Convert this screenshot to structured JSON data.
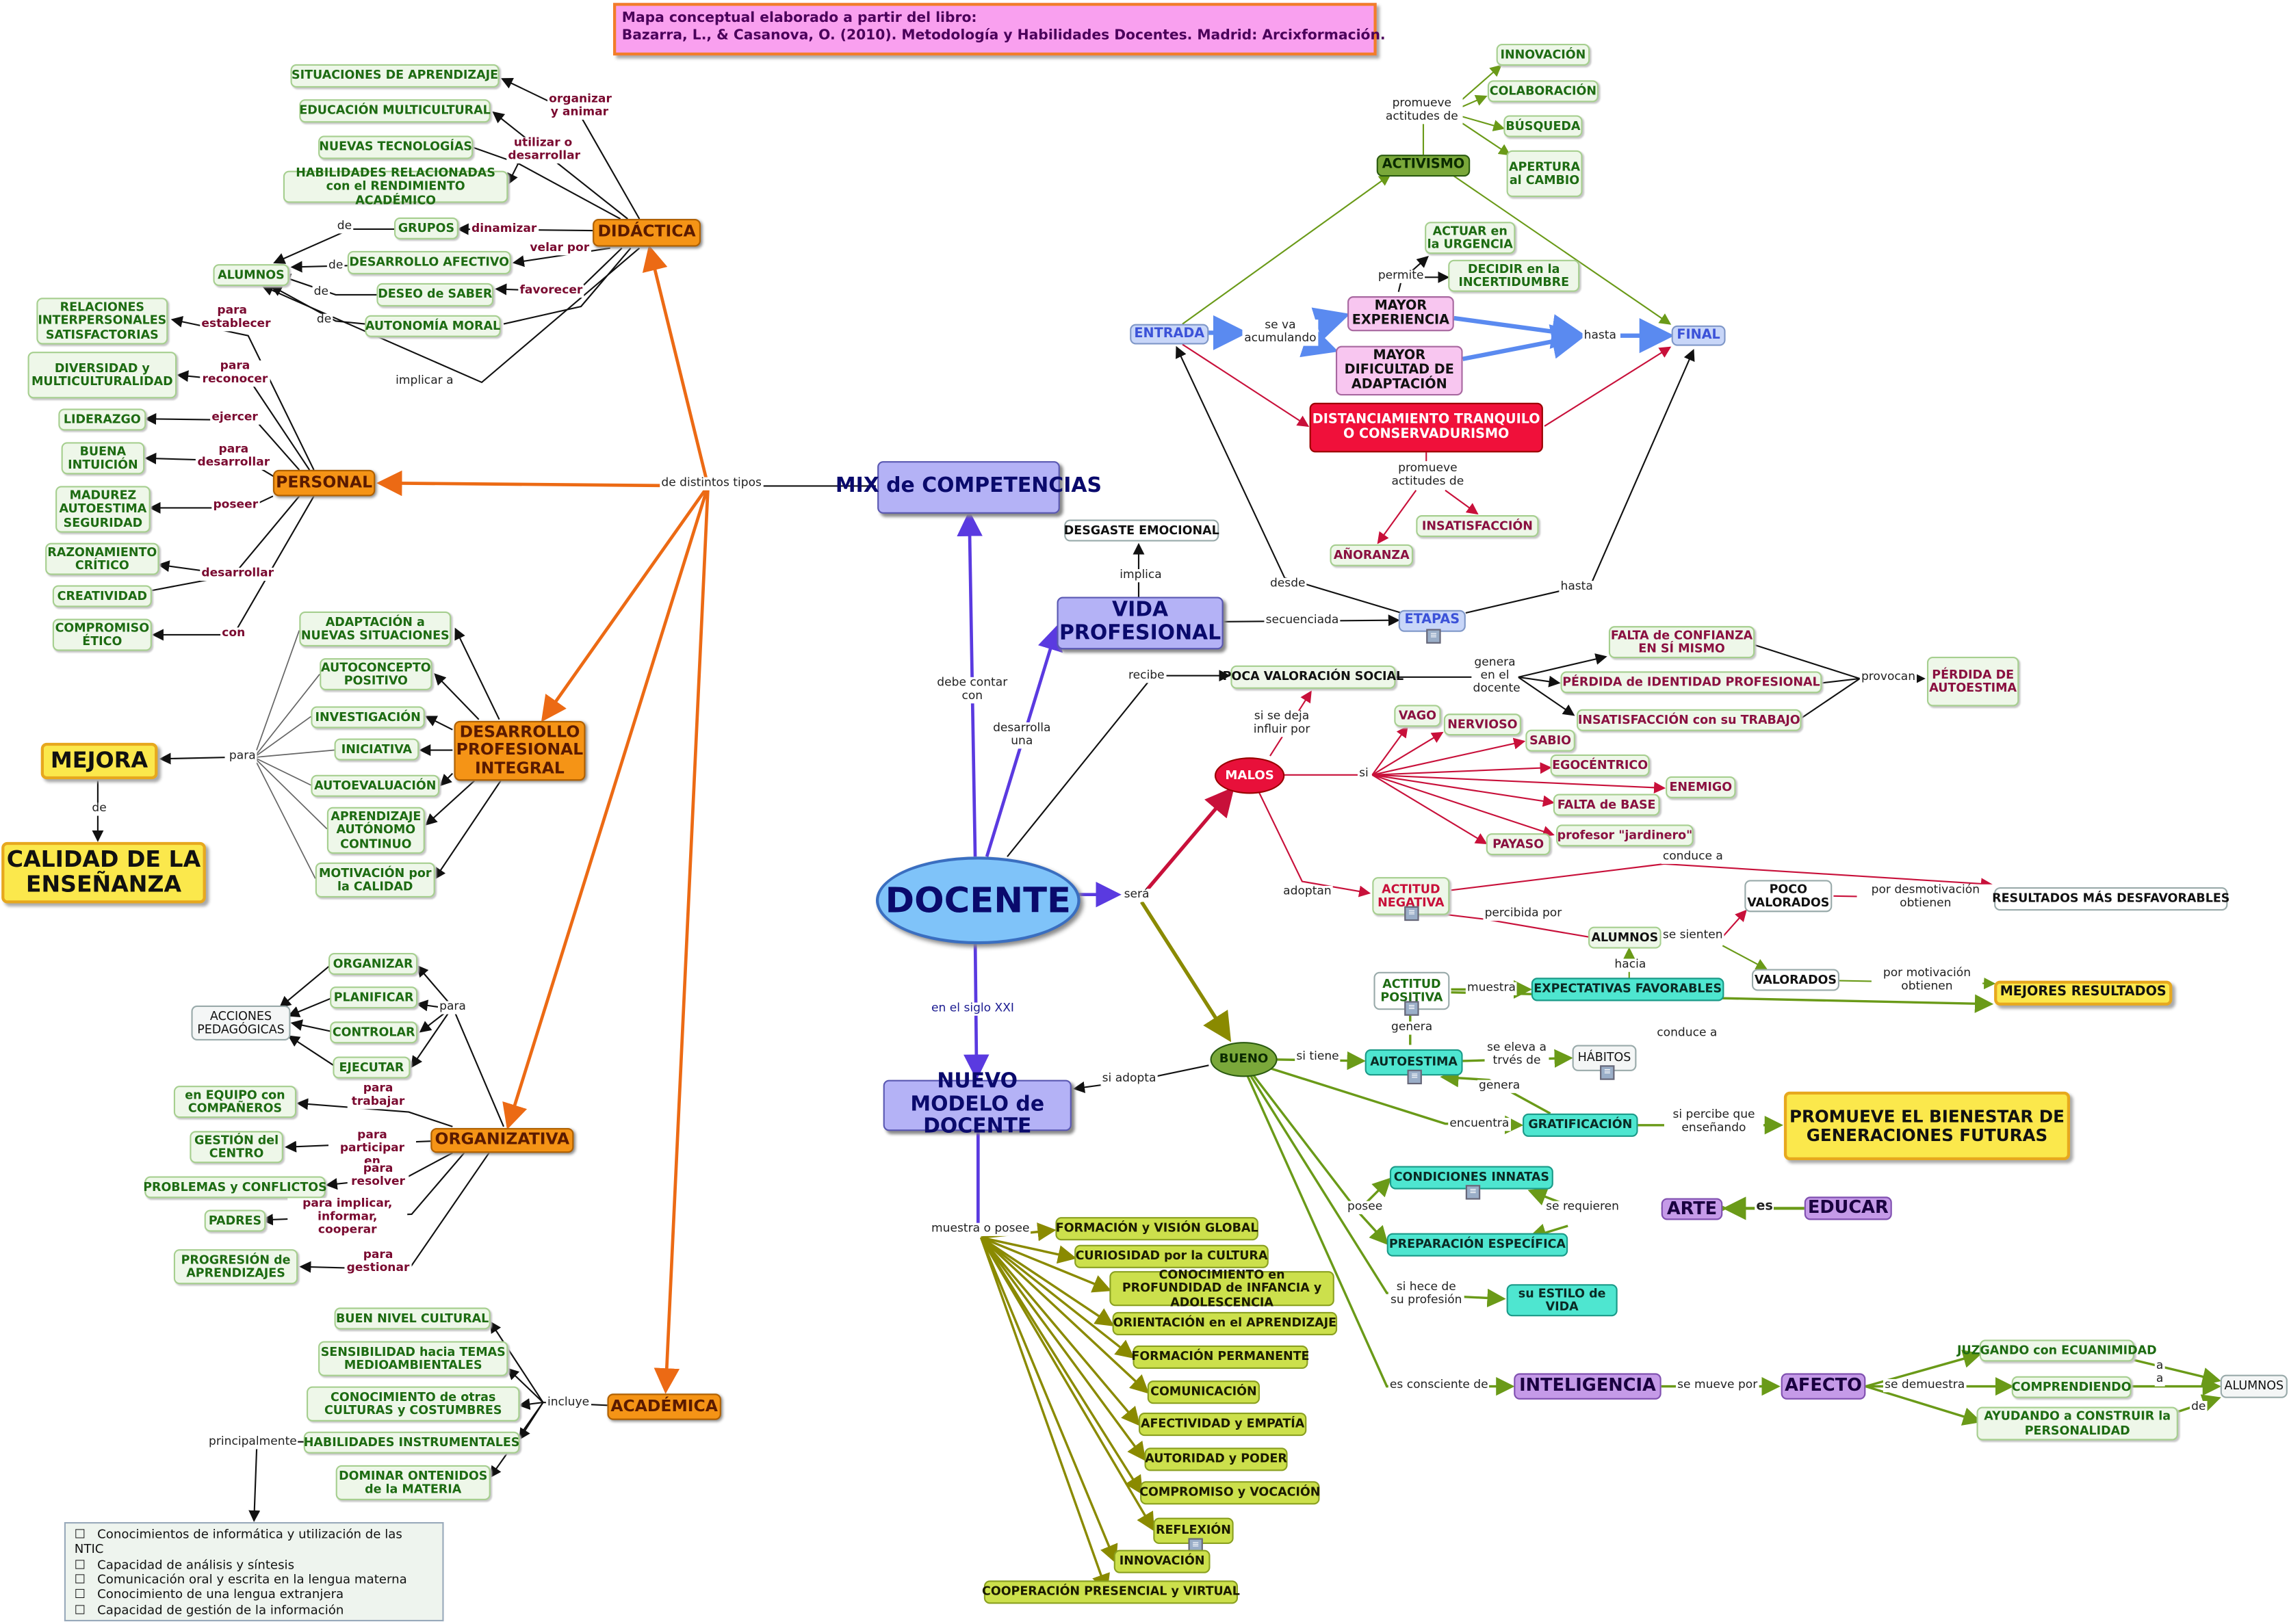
{
  "reference": {
    "line1": "Mapa conceptual elaborado a partir del libro:",
    "line2": "Bazarra, L., & Casanova, O. (2010). Metodología y Habilidades Docentes. Madrid: Arcixformación."
  },
  "center": "DOCENTE",
  "mix": "MIX de COMPETENCIAS",
  "tipos_label": "de distintos tipos",
  "debe_label": "debe contar con",
  "desarrolla_label": "desarrolla una",
  "siglo_label": "en el siglo XXI",
  "sera_label": "será",
  "didactica": {
    "title": "DIDÁCTICA",
    "items": [
      "SITUACIONES DE APRENDIZAJE",
      "EDUCACIÓN MULTICULTURAL",
      "NUEVAS TECNOLOGÍAS",
      "HABILIDADES RELACIONADAS con el RENDIMIENTO ACADÉMICO",
      "GRUPOS",
      "DESARROLLO AFECTIVO",
      "DESEO de SABER",
      "AUTONOMÍA MORAL",
      "ALUMNOS"
    ],
    "labels": [
      "organizar y animar",
      "utilizar o desarrollar",
      "dinamizar",
      "velar por",
      "favorecer",
      "implicar a",
      "de",
      "de",
      "de"
    ]
  },
  "personal": {
    "title": "PERSONAL",
    "items": [
      "RELACIONES INTERPERSONALES SATISFACTORIAS",
      "DIVERSIDAD y MULTICULTURALIDAD",
      "LIDERAZGO",
      "BUENA INTUICIÓN",
      "MADUREZ AUTOESTIMA SEGURIDAD",
      "RAZONAMIENTO CRÍTICO",
      "CREATIVIDAD",
      "COMPROMISO ÉTICO"
    ],
    "labels": [
      "para establecer",
      "para reconocer",
      "ejercer",
      "para desarrollar",
      "poseer",
      "desarrollar",
      "con"
    ]
  },
  "integral": {
    "title": "DESARROLLO PROFESIONAL INTEGRAL",
    "items": [
      "ADAPTACIÓN a NUEVAS SITUACIONES",
      "AUTOCONCEPTO POSITIVO",
      "INVESTIGACIÓN",
      "INICIATIVA",
      "AUTOEVALUACIÓN",
      "APRENDIZAJE AUTÓNOMO CONTINUO",
      "MOTIVACIÓN por la CALIDAD"
    ],
    "para": "para",
    "mejora": "MEJORA",
    "de": "de",
    "calidad": "CALIDAD DE LA ENSEÑANZA"
  },
  "organizativa": {
    "title": "ORGANIZATIVA",
    "para": "para",
    "acciones": "ACCIONES PEDAGÓGICAS",
    "verbs": [
      "ORGANIZAR",
      "PLANIFICAR",
      "CONTROLAR",
      "EJECUTAR"
    ],
    "items": [
      "en EQUIPO con COMPAÑEROS",
      "GESTIÓN del CENTRO",
      "PROBLEMAS y CONFLICTOS",
      "PADRES",
      "PROGRESIÓN de APRENDIZAJES"
    ],
    "labels": [
      "para trabajar",
      "para participar en",
      "para resolver",
      "para implicar, informar, cooperar",
      "para gestionar"
    ]
  },
  "academica": {
    "title": "ACADÉMICA",
    "incluye": "incluye",
    "principalmente": "principalmente",
    "items": [
      "BUEN NIVEL CULTURAL",
      "SENSIBILIDAD hacia TEMAS MEDIOAMBIENTALES",
      "CONOCIMIENTO de otras CULTURAS y COSTUMBRES",
      "HABILIDADES INSTRUMENTALES",
      "DOMINAR ONTENIDOS de la MATERIA"
    ],
    "list": [
      "Conocimientos de informática y utilización de las NTIC",
      "Capacidad de análisis y síntesis",
      "Comunicación oral y escrita en la lengua materna",
      "Conocimiento de una lengua extranjera",
      "Capacidad de gestión de la información"
    ]
  },
  "vida": {
    "title": "VIDA PROFESIONAL",
    "desgaste": "DESGASTE EMOCIONAL",
    "implica": "implica",
    "secuenciada": "secuenciada",
    "etapas": "ETAPAS",
    "desde": "desde",
    "hasta": "hasta",
    "entrada": "ENTRADA",
    "final": "FINAL",
    "activismo": "ACTIVISMO",
    "promueve1": "promueve actitudes de",
    "actitudes": [
      "INNOVACIÓN",
      "COLABORACIÓN",
      "BÚSQUEDA",
      "APERTURA al CAMBIO"
    ],
    "se_va": "se va acumulando",
    "mayor_exp": "MAYOR EXPERIENCIA",
    "mayor_dif": "MAYOR DIFICULTAD DE ADAPTACIÓN",
    "permite": "permite",
    "actuar": "ACTUAR en la URGENCIA",
    "decidir": "DECIDIR en la INCERTIDUMBRE",
    "hasta2": "hasta",
    "distanciamiento": "DISTANCIAMIENTO TRANQUILO O CONSERVADURISMO",
    "promueve2": "promueve actitudes de",
    "insatisfaccion": "INSATISFACCIÓN",
    "anoranza": "AÑORANZA"
  },
  "social": {
    "recibe": "recibe",
    "poca": "POCA VALORACIÓN SOCIAL",
    "genera": "genera en el docente",
    "efectos": [
      "FALTA de CONFIANZA EN SÍ MISMO",
      "PÉRDIDA de IDENTIDAD PROFESIONAL",
      "INSATISFACCIÓN con su TRABAJO"
    ],
    "provocan": "provocan",
    "perdida": "PÉRDIDA DE AUTOESTIMA",
    "influir": "si se deja influir por"
  },
  "malos": {
    "title": "MALOS",
    "si": "si",
    "tipos": [
      "VAGO",
      "NERVIOSO",
      "SABIO",
      "EGOCÉNTRICO",
      "ENEMIGO",
      "FALTA de BASE",
      "profesor \"jardinero\"",
      "PAYASO"
    ],
    "adoptan": "adoptan",
    "actitud_neg": "ACTITUD NEGATIVA",
    "conduce": "conduce a",
    "percibida": "percibida por",
    "alumnos": "ALUMNOS",
    "se_sienten": "se sienten",
    "hacia": "hacia",
    "poco_val": "POCO VALORADOS",
    "desmot": "por desmotivación obtienen",
    "peores": "RESULTADOS MÁS DESFAVORABLES",
    "valorados": "VALORADOS",
    "motiv": "por motivación obtienen",
    "mejores": "MEJORES RESULTADOS"
  },
  "bueno": {
    "title": "BUENO",
    "actitud_pos": "ACTITUD POSITIVA",
    "muestra": "muestra",
    "expectativas": "EXPECTATIVAS FAVORABLES",
    "conduce": "conduce a",
    "genera1": "genera",
    "si_tiene": "si tiene",
    "autoestima": "AUTOESTIMA",
    "se_eleva": "se eleva a trvés de",
    "habitos": "HÁBITOS",
    "genera2": "genera",
    "encuentra": "encuentra",
    "gratificacion": "GRATIFICACIÓN",
    "percibe": "si percibe que enseñando",
    "promueve": "PROMUEVE EL BIENESTAR DE GENERACIONES FUTURAS",
    "posee": "posee",
    "condiciones": "CONDICIONES INNATAS",
    "requieren": "se requieren",
    "arte": "ARTE",
    "es": "es",
    "educar": "EDUCAR",
    "preparacion": "PREPARACIÓN ESPECÍFICA",
    "hace": "si hece de su profesión",
    "estilo": "su ESTILO de VIDA",
    "consciente": "es consciente de",
    "inteligencia": "INTELIGENCIA",
    "mueve": "se mueve por",
    "afecto": "AFECTO",
    "demuestra": "se demuestra",
    "modos": [
      "JUZGANDO con ECUANIMIDAD",
      "COMPRENDIENDO",
      "AYUDANDO a CONSTRUIR la PERSONALIDAD"
    ],
    "a1": "a",
    "a2": "a",
    "de": "de",
    "alumnos": "ALUMNOS"
  },
  "nuevo": {
    "title": "NUEVO MODELO de DOCENTE",
    "adopta": "si adopta",
    "muestra": "muestra o posee",
    "items": [
      "FORMACIÓN y VISIÓN GLOBAL",
      "CURIOSIDAD por la CULTURA",
      "CONOCIMIENTO en PROFUNDIDAD de INFANCIA y ADOLESCENCIA",
      "ORIENTACIÓN en el APRENDIZAJE",
      "FORMACIÓN PERMANENTE",
      "COMUNICACIÓN",
      "AFECTIVIDAD y EMPATÍA",
      "AUTORIDAD y PODER",
      "COMPROMISO y VOCACIÓN",
      "REFLEXIÓN",
      "INNOVACIÓN",
      "COOPERACIÓN PRESENCIAL y VIRTUAL"
    ]
  }
}
